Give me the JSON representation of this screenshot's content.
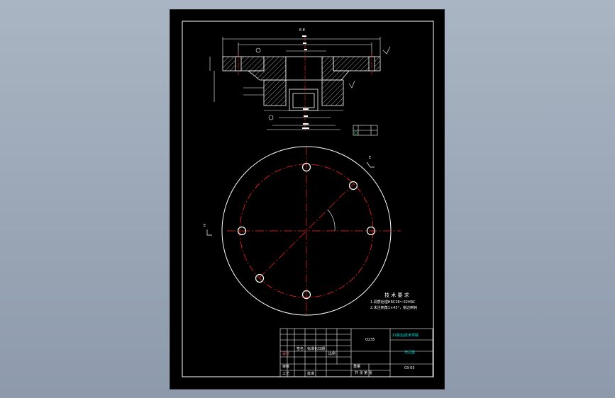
{
  "section_label": "E-E",
  "section_marker": "E",
  "marker_e_left": "E",
  "marker_e_right": "E",
  "technical_requirements": {
    "title": "技 术 要 求",
    "line1": "1.调质处理HRC28～32HRC",
    "line2": "2.未注倒角1×45°，锐边倒钝"
  },
  "title_block": {
    "material": "Q235",
    "part_name": "法兰盘",
    "design_label": "设计",
    "check_label": "审核",
    "scale_label": "比例",
    "sheet_label": "共 张 第 张",
    "drawing_no": "03-05",
    "school": "XX职业技术学院",
    "signature_label": "签名",
    "date_label": "日期",
    "standard_label": "标准化",
    "approve_label": "批准",
    "process_label": "工艺",
    "weight_label": "重量"
  },
  "colors": {
    "background": "#000000",
    "outline": "#ffffff",
    "center_line": "#ff2020",
    "dimension": "#ffffff",
    "hatch": "#ffffff",
    "title_accent": "#00e5e5"
  }
}
